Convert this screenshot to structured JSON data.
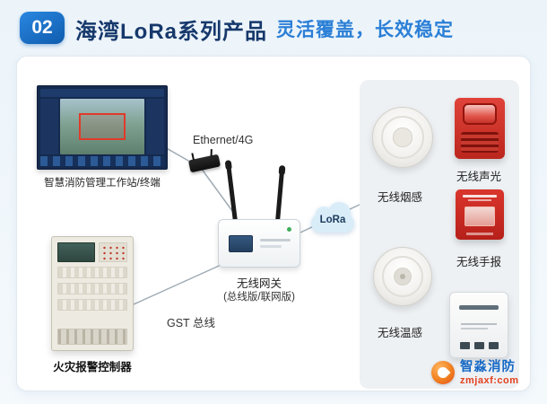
{
  "header": {
    "badge": "02",
    "title": "海湾LoRa系列产品",
    "subtitle": "灵活覆盖，长效稳定"
  },
  "diagram": {
    "workstation_label": "智慧消防管理工作站/终端",
    "ethernet_label": "Ethernet/4G",
    "gst_label": "GST 总线",
    "controller_label": "火灾报警控制器",
    "gateway_label": "无线网关",
    "gateway_sublabel": "(总线版/联网版)",
    "lora_label": "LoRa"
  },
  "right_panel": {
    "devices": [
      {
        "id": "wireless-smoke-detector",
        "label": "无线烟感"
      },
      {
        "id": "wireless-sound-light-alarm",
        "label": "无线声光"
      },
      {
        "id": "wireless-manual-call-point",
        "label": "无线手报"
      },
      {
        "id": "wireless-heat-detector",
        "label": "无线温感"
      },
      {
        "id": "wireless-module",
        "label": ""
      }
    ]
  },
  "watermark": {
    "brand": "智淼消防",
    "url": "zmjaxf:com"
  },
  "colors": {
    "accent_blue": "#2b7fd6",
    "title_navy": "#16386b",
    "device_red": "#cf201d",
    "panel_gray": "#eef1f4",
    "page_bg": "#eff6fa"
  }
}
